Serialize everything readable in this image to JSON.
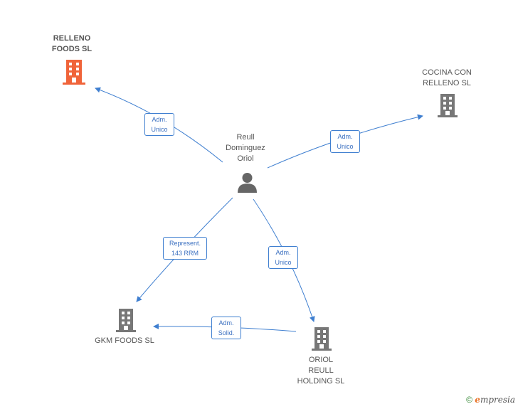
{
  "colors": {
    "edge": "#3f7fd0",
    "building_default": "#777777",
    "building_highlight": "#f0643a",
    "person": "#666666"
  },
  "nodes": {
    "person": {
      "label": "Reull\nDominguez\nOriol",
      "icon": "person-icon"
    },
    "relleno": {
      "label": "RELLENO\nFOODS  SL",
      "icon": "building-icon"
    },
    "cocina": {
      "label": "COCINA CON\nRELLENO  SL",
      "icon": "building-icon"
    },
    "gkm": {
      "label": "GKM FOODS  SL",
      "icon": "building-icon"
    },
    "oriol": {
      "label": "ORIOL\nREULL\nHOLDING  SL",
      "icon": "building-icon"
    }
  },
  "edges": {
    "to_relleno": "Adm.\nUnico",
    "to_cocina": "Adm.\nUnico",
    "to_gkm": "Represent.\n143 RRM",
    "to_oriol": "Adm.\nUnico",
    "oriol_to_gkm": "Adm.\nSolid."
  },
  "footer": {
    "copyright": "©",
    "brand_first": "e",
    "brand_rest": "mpresia"
  }
}
